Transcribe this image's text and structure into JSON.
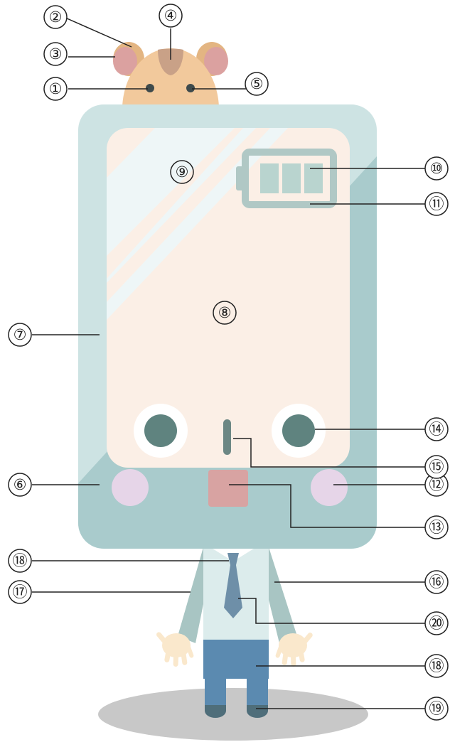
{
  "colors": {
    "hamster_fur": "#f2c99c",
    "hamster_ear_outer": "#e3b582",
    "hamster_ear_inner": "#dba1a0",
    "hamster_stripe": "#c9a187",
    "hamster_eye": "#3e4a4c",
    "device_frame_light": "#cde3e3",
    "device_frame_dark": "#a9cbcc",
    "screen": "#fbefe6",
    "screen_glare": "#eef6f7",
    "battery": "#b0c8c5",
    "battery_cell": "#b9d4cf",
    "speaker_white": "#ffffff",
    "speaker_core": "#5f837f",
    "slot": "#6c8784",
    "side_button": "#e6d5e8",
    "center_button": "#d8a3a2",
    "shirt": "#dcecec",
    "sleeve": "#a8c5c3",
    "tie": "#6e8fa8",
    "pants": "#5b8ab0",
    "shoes": "#4f6e7a",
    "hands": "#fae8cc",
    "shadow": "#c8c8c8",
    "line": "#222222"
  },
  "callouts": [
    {
      "id": "label-1",
      "number": "①"
    },
    {
      "id": "label-2",
      "number": "②"
    },
    {
      "id": "label-3",
      "number": "③"
    },
    {
      "id": "label-4",
      "number": "④"
    },
    {
      "id": "label-5",
      "number": "⑤"
    },
    {
      "id": "label-6",
      "number": "⑥"
    },
    {
      "id": "label-7",
      "number": "⑦"
    },
    {
      "id": "label-8",
      "number": "⑧"
    },
    {
      "id": "label-9",
      "number": "⑨"
    },
    {
      "id": "label-10",
      "number": "⑩"
    },
    {
      "id": "label-11",
      "number": "⑪"
    },
    {
      "id": "label-12",
      "number": "⑫"
    },
    {
      "id": "label-13",
      "number": "⑬"
    },
    {
      "id": "label-14",
      "number": "⑭"
    },
    {
      "id": "label-15",
      "number": "⑮"
    },
    {
      "id": "label-16",
      "number": "⑯"
    },
    {
      "id": "label-17",
      "number": "⑰"
    },
    {
      "id": "label-18a",
      "number": "⑱"
    },
    {
      "id": "label-18b",
      "number": "⑱"
    },
    {
      "id": "label-19",
      "number": "⑲"
    },
    {
      "id": "label-20",
      "number": "⑳"
    }
  ]
}
